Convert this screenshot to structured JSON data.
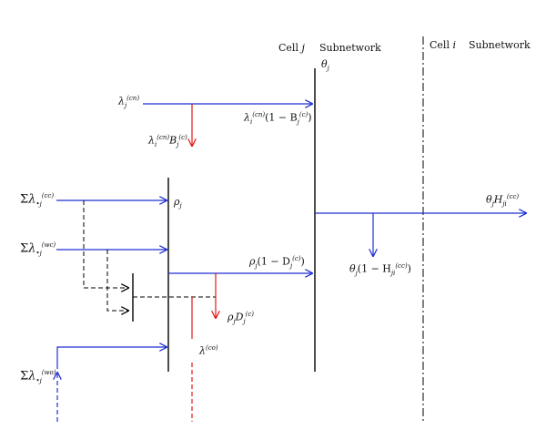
{
  "headers": {
    "cell_j": "Cell",
    "cell_j_var": "j",
    "subnetwork_j": "Subnetwork",
    "cell_i": "Cell",
    "cell_i_var": "i",
    "subnetwork_i": "Subnetwork"
  },
  "labels": {
    "theta_j": {
      "base": "θ",
      "sub": "j"
    },
    "rho_j": {
      "base": "ρ",
      "sub": "j"
    },
    "lambda_cn_in": {
      "base": "λ",
      "sub": "j",
      "sup": "(cn)"
    },
    "lambda_cn_pass": {
      "pre": "λ",
      "pre_sub": "i",
      "pre_sup": "(cn)",
      "mid": "(1 − B",
      "mid_sub": "j",
      "mid_sup": "(c)",
      "post": ")"
    },
    "lambda_cn_block": {
      "pre": "λ",
      "pre_sub": "i",
      "pre_sup": "(cn)",
      "mid": "B",
      "mid_sub": "j",
      "mid_sup": "(c)"
    },
    "sum_cc": {
      "sigma": "Σ",
      "base": "λ",
      "sub": "•j",
      "sup": "(cc)"
    },
    "sum_wc": {
      "sigma": "Σ",
      "base": "λ",
      "sub": "•j",
      "sup": "(wc)"
    },
    "sum_wo": {
      "sigma": "Σ",
      "base": "λ",
      "sub": "•j",
      "sup": "(wo)"
    },
    "rho_pass": {
      "pre": "ρ",
      "pre_sub": "j",
      "mid": "(1 − D",
      "mid_sub": "j",
      "mid_sup": "(c)",
      "post": ")"
    },
    "rho_drop": {
      "pre": "ρ",
      "pre_sub": "j",
      "mid": "D",
      "mid_sub": "j",
      "mid_sup": "(c)"
    },
    "lambda_co": {
      "base": "λ",
      "sup": "(co)"
    },
    "theta_out": {
      "pre": "θ",
      "pre_sub": "j",
      "mid": "H",
      "mid_sub": "ji",
      "mid_sup": "(cc)"
    },
    "theta_stay": {
      "pre": "θ",
      "pre_sub": "j",
      "mid": "(1 − H",
      "mid_sub": "ji",
      "mid_sup": "(cc)",
      "post": ")"
    }
  },
  "colors": {
    "flow": "#1f2fd0",
    "loss": "#e01818",
    "line": "#000000"
  }
}
